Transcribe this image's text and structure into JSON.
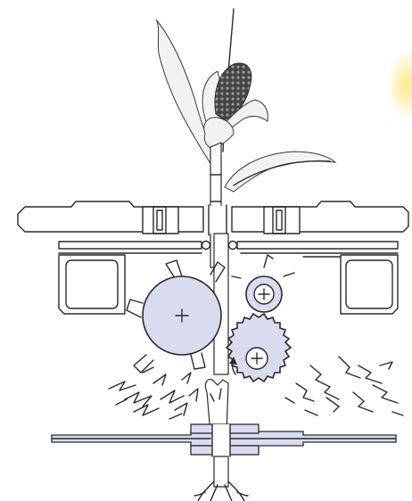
{
  "diagram": {
    "components": [
      {
        "name": "corn-plant",
        "kind": "plant with ear"
      },
      {
        "name": "gathering-chain",
        "kind": "snapping unit"
      },
      {
        "name": "stalk-roll-large",
        "kind": "roll"
      },
      {
        "name": "stalk-roll-small",
        "kind": "roll"
      },
      {
        "name": "chopping-rotor",
        "kind": "toothed roll"
      },
      {
        "name": "deck-plate",
        "kind": "plate"
      },
      {
        "name": "stubble-and-roots",
        "kind": "plant base"
      }
    ],
    "symbols": {
      "roll_center": "plus-in-circle",
      "rotation": "curved-arrow"
    },
    "colors": {
      "roll_fill": "#d9dcee",
      "line": "#2a2a2a",
      "accent_glow": "#ffe680"
    }
  }
}
